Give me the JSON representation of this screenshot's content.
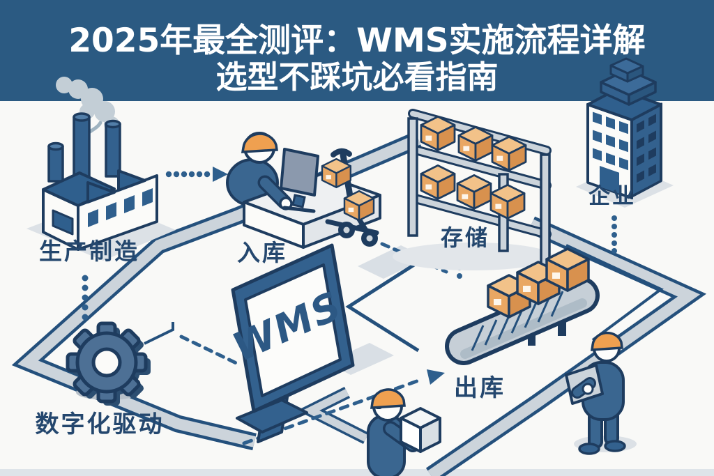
{
  "header": {
    "title_line1": "2025年最全测评：WMS实施流程详解",
    "title_line2": "选型不踩坑必看指南",
    "background": "#2b5a82",
    "text_color": "#ffffff"
  },
  "diagram": {
    "background": "#f9f9f7",
    "wms_screen_label": "WMS",
    "nodes": {
      "production": {
        "label": "生产制造",
        "icon": "factory-icon"
      },
      "inbound": {
        "label": "入库",
        "icon": "receiving-desk-worker-icon"
      },
      "storage": {
        "label": "存储",
        "icon": "storage-rack-icon"
      },
      "enterprise": {
        "label": "企业",
        "icon": "office-building-icon"
      },
      "outbound": {
        "label": "出库",
        "icon": "conveyor-belt-icon"
      },
      "digital": {
        "label": "数字化驱动",
        "icon": "gear-icon"
      }
    },
    "connectors": [
      {
        "from": "production",
        "to": "inbound",
        "style": "dotted-arrow-right"
      },
      {
        "from": "inbound",
        "to": "storage",
        "style": "dashed-line"
      },
      {
        "from": "picker",
        "to": "outbound",
        "style": "dashed-arrow-right"
      },
      {
        "from": "production",
        "to": "path",
        "style": "dotted-stub"
      },
      {
        "from": "storage",
        "to": "path",
        "style": "dotted-stub"
      },
      {
        "from": "enterprise",
        "to": "path",
        "style": "dotted-stub"
      }
    ],
    "colors": {
      "outline_navy": "#1e3c5f",
      "accent_navy": "#24507c",
      "fill_blue": "#33618e",
      "worker_blue": "#3a6690",
      "band_gray": "#ccd4db",
      "box_orange": "#e9a763",
      "box_orange_top": "#f2c289",
      "box_orange_side": "#d8914e",
      "hardhat_orange": "#efa050",
      "label_navy": "#24476e",
      "shadow_gray": "#dce1e6"
    }
  }
}
